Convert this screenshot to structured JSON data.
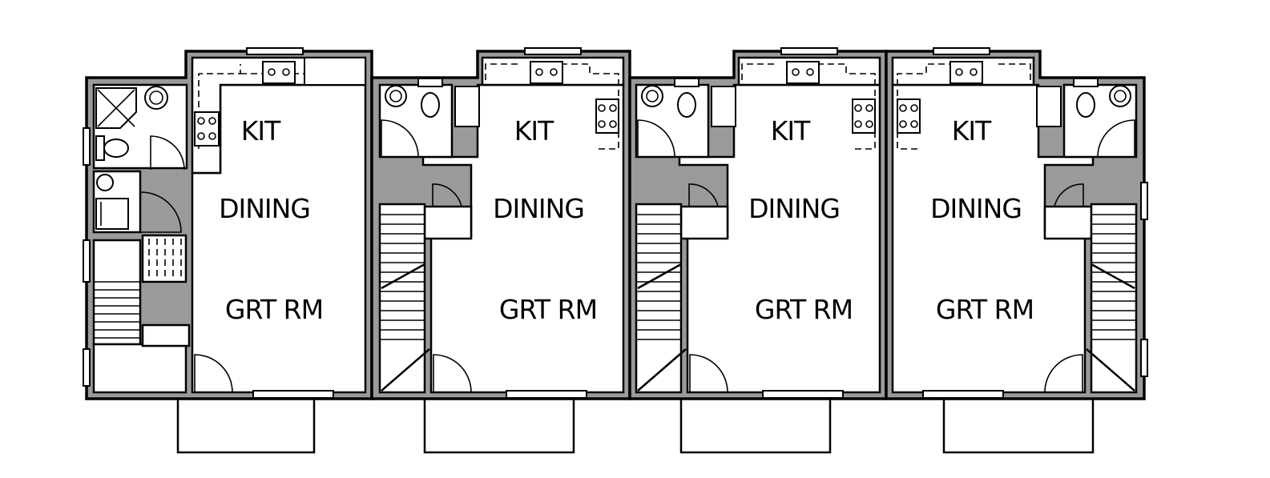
{
  "plan": {
    "units": [
      {
        "kit": "KIT",
        "dining": "DINING",
        "great_room": "GRT RM"
      },
      {
        "kit": "KIT",
        "dining": "DINING",
        "great_room": "GRT RM"
      },
      {
        "kit": "KIT",
        "dining": "DINING",
        "great_room": "GRT RM"
      },
      {
        "kit": "KIT",
        "dining": "DINING",
        "great_room": "GRT RM"
      }
    ]
  }
}
